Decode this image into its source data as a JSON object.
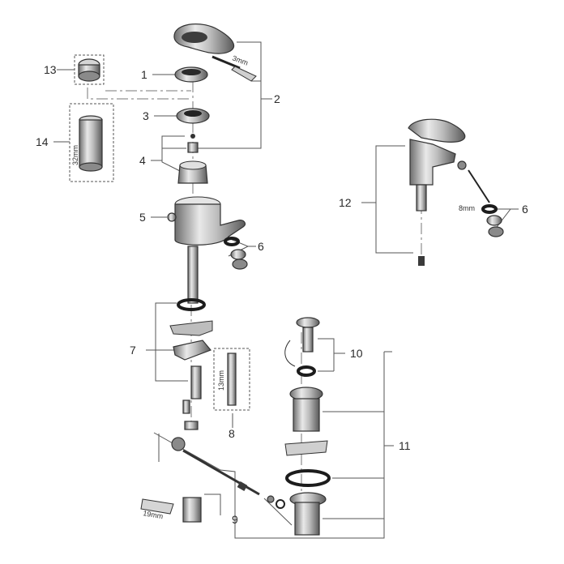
{
  "callouts": [
    {
      "id": "c1",
      "label": "1"
    },
    {
      "id": "c2",
      "label": "2"
    },
    {
      "id": "c3",
      "label": "3"
    },
    {
      "id": "c4",
      "label": "4"
    },
    {
      "id": "c5",
      "label": "5"
    },
    {
      "id": "c6a",
      "label": "6"
    },
    {
      "id": "c6b",
      "label": "6"
    },
    {
      "id": "c7",
      "label": "7"
    },
    {
      "id": "c8",
      "label": "8"
    },
    {
      "id": "c9",
      "label": "9"
    },
    {
      "id": "c10",
      "label": "10"
    },
    {
      "id": "c11",
      "label": "11"
    },
    {
      "id": "c12",
      "label": "12"
    },
    {
      "id": "c13",
      "label": "13"
    },
    {
      "id": "c14",
      "label": "14"
    }
  ],
  "dimensions": {
    "d3mm": "3mm",
    "d32mm": "32mm",
    "d8mm": "8mm",
    "d13mm": "13mm",
    "d19mm": "19mm"
  }
}
